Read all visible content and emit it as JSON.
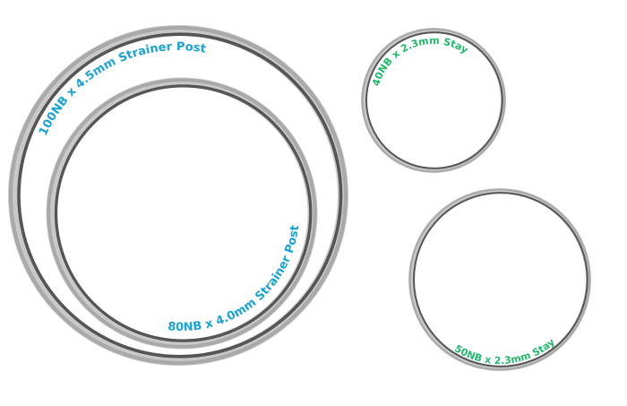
{
  "rings": [
    {
      "id": "100nb",
      "label": "100NB x 4.5mm Strainer Post",
      "label_color": "#1aa3d4"
    },
    {
      "id": "80nb",
      "label": "80NB x 4.0mm Strainer Post",
      "label_color": "#1aa3d4"
    },
    {
      "id": "40nb",
      "label": "40NB x 2.3mm Stay",
      "label_color": "#1fba6a"
    },
    {
      "id": "50nb",
      "label": "50NB x 2.3mm Stay",
      "label_color": "#1fba6a"
    }
  ],
  "colors": {
    "ring_light": "#c9c9c9",
    "ring_mid": "#a9a9a9",
    "ring_dark": "#555555"
  }
}
